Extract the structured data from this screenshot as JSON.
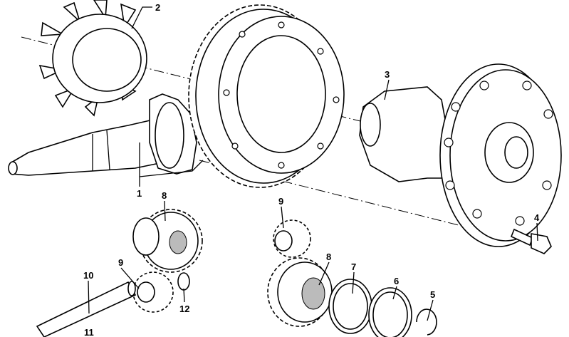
{
  "diagram": {
    "type": "exploded parts diagram - differential",
    "callouts": [
      {
        "id": "c1",
        "text": "1"
      },
      {
        "id": "c2",
        "text": "2"
      },
      {
        "id": "c3",
        "text": "3"
      },
      {
        "id": "c4",
        "text": "4"
      },
      {
        "id": "c5",
        "text": "5"
      },
      {
        "id": "c6",
        "text": "6"
      },
      {
        "id": "c7",
        "text": "7"
      },
      {
        "id": "c8a",
        "text": "8"
      },
      {
        "id": "c8b",
        "text": "8"
      },
      {
        "id": "c9a",
        "text": "9"
      },
      {
        "id": "c9b",
        "text": "9"
      },
      {
        "id": "c10",
        "text": "10"
      },
      {
        "id": "c11",
        "text": "11"
      },
      {
        "id": "c12",
        "text": "12"
      }
    ]
  }
}
